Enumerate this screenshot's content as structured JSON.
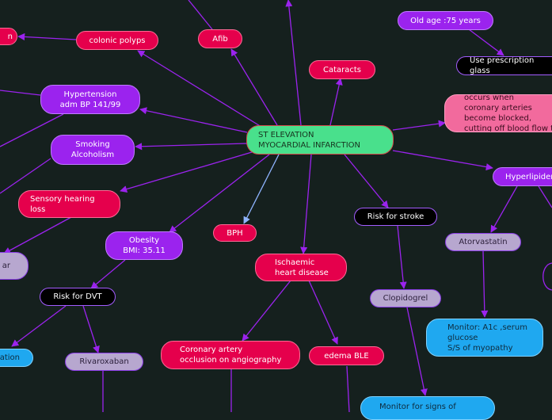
{
  "diagram": {
    "type": "mind-map",
    "center": "ST ELEVATION\nMYOCARDIAL INFARCTION",
    "nodes": {
      "colonic_polyps": "colonic polyps",
      "afib": "Afib",
      "hypertension": "Hypertension\nadm BP 141/99",
      "smoking": "Smoking\nAlcoholism",
      "hearing": "Sensory hearing\nloss",
      "obesity": "Obesity\nBMI: 35.11",
      "bph": "BPH",
      "dvt_risk": "Risk for DVT",
      "rivaroxaban": "Rivaroxaban",
      "ischaemic": "Ischaemic\nheart disease",
      "coronary": "Coronary artery\nocclusion on angiography",
      "edema": "edema BLE",
      "stroke_risk": "Risk for stroke",
      "clopidogrel": "Clopidogrel",
      "monitor_signs": "Monitor for signs of",
      "cataracts": "Cataracts",
      "old_age": "Old age :75 years",
      "prescription": "Use prescription glass",
      "heart_attack": "Heart attack that occurs when\ncoronary arteries become blocked,\ncutting off blood flow to the",
      "hyperlipidemia": "Hyperlipidemia",
      "atorvastatin": "Atorvastatin",
      "monitor_a1c": "Monitor: A1c ,serum\nglucose\nS/S of myopathy",
      "left_partial_1": "n",
      "left_partial_2": "ar",
      "left_partial_3": "ation"
    },
    "colors": {
      "background": "#15201e",
      "purple": "#9b23ee",
      "red": "#e5004c",
      "lavender": "#b7a7cf",
      "blue": "#1fa8f0",
      "pink": "#f26a9d",
      "green": "#49e08c",
      "link": "#9b23ee",
      "link_light": "#8fb4ff"
    }
  }
}
